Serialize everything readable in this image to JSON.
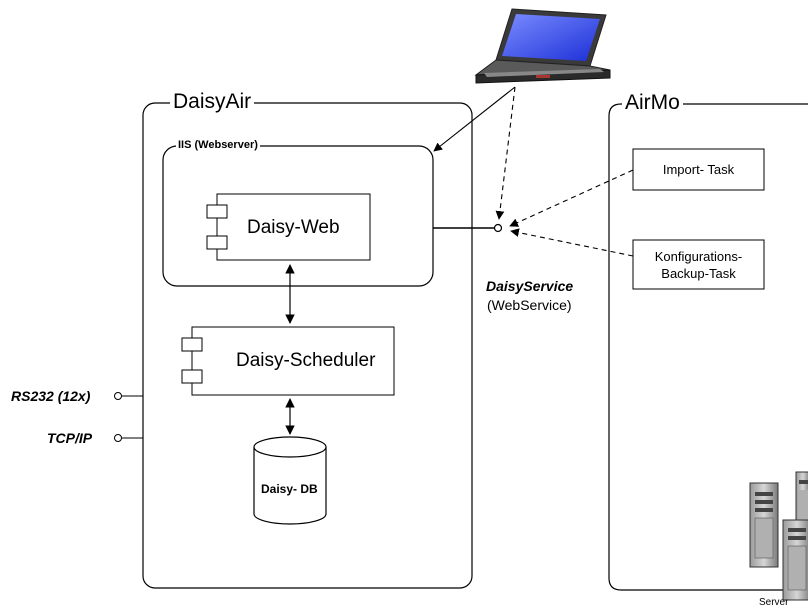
{
  "containers": {
    "daisyair": "DaisyAir",
    "airmo": "AirMo",
    "iis": "IIS (Webserver)"
  },
  "components": {
    "web": "Daisy-Web",
    "scheduler": "Daisy-Scheduler",
    "db": "Daisy- DB"
  },
  "tasks": {
    "import": "Import- Task",
    "backup_line1": "Konfigurations-",
    "backup_line2": "Backup-Task"
  },
  "interface": {
    "name": "DaisyService",
    "type": "(WebService)"
  },
  "ports": {
    "rs232": "RS232 (12x)",
    "tcpip": "TCP/IP"
  },
  "server": {
    "label": "Server"
  },
  "icons": [
    "laptop-icon",
    "component-icon",
    "database-icon",
    "server-icon"
  ]
}
